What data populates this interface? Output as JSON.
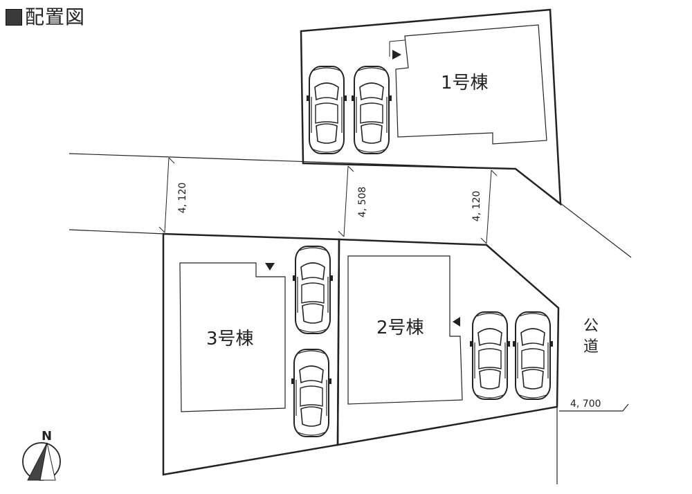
{
  "title": "配置図",
  "icons": {
    "title_marker": "filled-square-icon",
    "north": "north-arrow-icon",
    "car": "car-icon",
    "entrance": "entrance-triangle-icon"
  },
  "buildings": [
    {
      "label": "1号棟"
    },
    {
      "label": "2号棟"
    },
    {
      "label": "3号棟"
    }
  ],
  "dimensions": [
    "4, 120",
    "4, 508",
    "4, 120",
    "4, 700"
  ],
  "road_label": [
    "公",
    "道"
  ],
  "north_label": "N"
}
